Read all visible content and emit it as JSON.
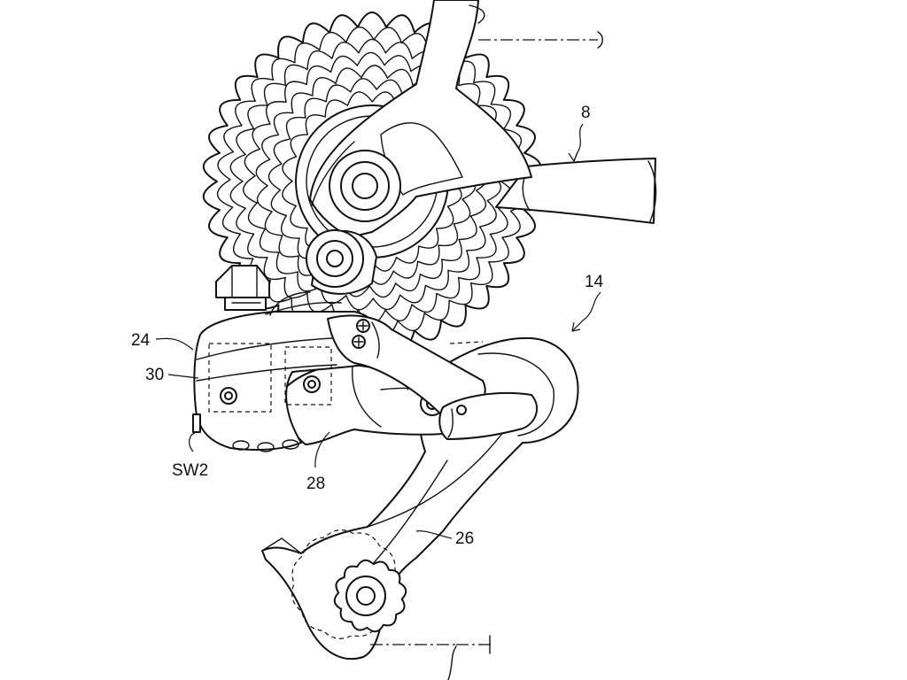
{
  "labels": {
    "frame": "8",
    "rear_derailleur": "14",
    "base_member": "24",
    "chain_guide": "26",
    "movable_member": "28",
    "housing": "30",
    "switch": "SW2"
  },
  "colors": {
    "ink": "#111111",
    "background": "#ffffff"
  }
}
